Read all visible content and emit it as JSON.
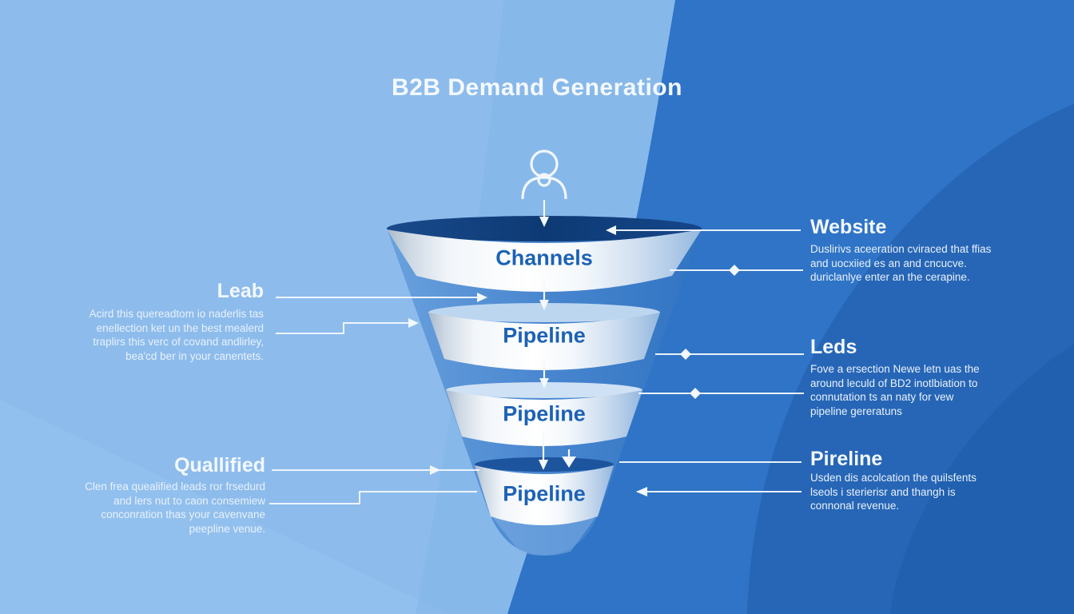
{
  "title": "B2B Demand Generation",
  "funnel": {
    "stages": [
      {
        "label": "Channels"
      },
      {
        "label": "Pipeline"
      },
      {
        "label": "Pipeline"
      },
      {
        "label": "Pipeline"
      }
    ]
  },
  "left_annotations": [
    {
      "heading": "Leab",
      "body": "Acird this quereadtom io naderlis tas\nenellection ket un the best mealerd\ntraplirs this verc of covand andlirley,\nbea'cd ber in your canentets."
    },
    {
      "heading": "Quallified",
      "body": "Clen frea quealified leads ror frsedurd\nand lers nut to caon consemiew\nconconration thas your cavenvane\npeepline venue."
    }
  ],
  "right_annotations": [
    {
      "heading": "Website",
      "body": "Duslirivs aceeration cviraced that ffias\nand uocxiied es an and cncucve.\nduriclanlye enter an the cerapine."
    },
    {
      "heading": "Leds",
      "body": "Fove a ersection Newe letn uas the\naround leculd of BD2 inotlbiation to\nconnutation ts an naty for vew\npipeline gereratuns"
    },
    {
      "heading": "Pireline",
      "body": "Usden dis acolcation the quilsfents\nlseols i sterierisr and thangh is\nconnonal revenue."
    }
  ],
  "icons": {
    "person": "person-icon"
  },
  "colors": {
    "background_light": "#8dbcec",
    "background_dark": "#2f74c6",
    "background_darker": "#2766b6",
    "funnel_rim_dark": "#0e3a74",
    "stage_label_text": "#1d62b5",
    "annotation_text": "#f3f8fd"
  }
}
